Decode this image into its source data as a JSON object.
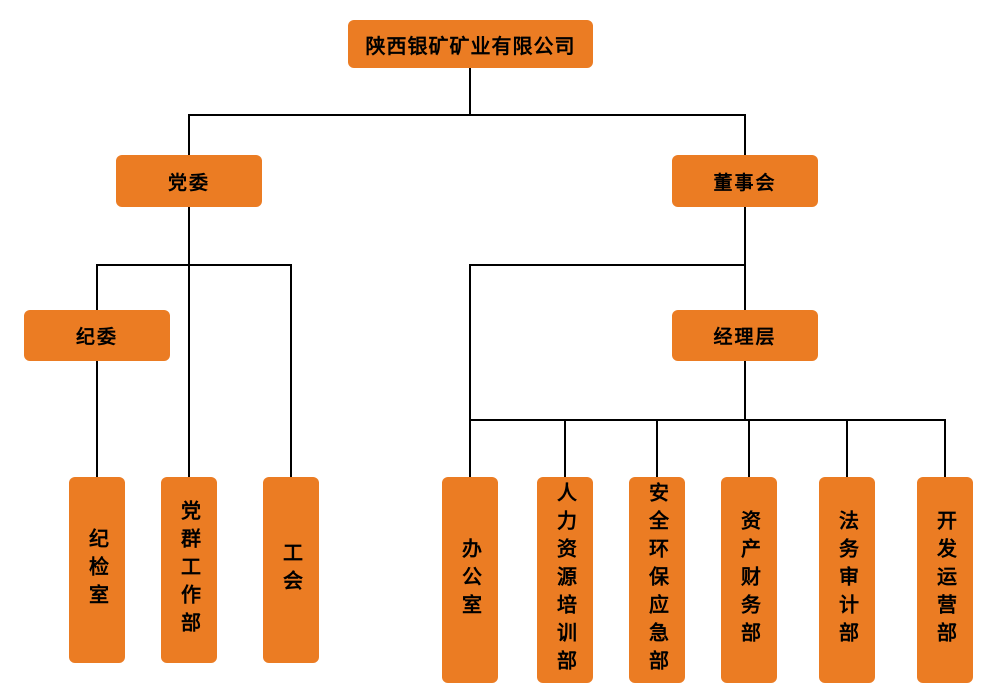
{
  "page": {
    "background_color": "#FFFFFF"
  },
  "chart": {
    "type": "org-chart",
    "box_color": "#EB7C23",
    "text_color": "#000000",
    "line_color": "#000000",
    "nodes": {
      "company": {
        "label": "陕西银矿矿业有限公司"
      },
      "party_committee": {
        "label": "党委"
      },
      "board_of_directors": {
        "label": "董事会"
      },
      "discipline_committee": {
        "label": "纪委"
      },
      "management_team": {
        "label": "经理层"
      },
      "discipline_inspection_office": {
        "label": "纪检室"
      },
      "party_mass_work_dept": {
        "label": "党群工作部"
      },
      "labor_union": {
        "label": "工会"
      },
      "general_office": {
        "label": "办公室"
      },
      "hr_training_dept": {
        "label": "人力资源培训部"
      },
      "safety_env_emergency_dept": {
        "label": "安全环保应急部"
      },
      "asset_finance_dept": {
        "label": "资产财务部"
      },
      "legal_audit_dept": {
        "label": "法务审计部"
      },
      "dev_operations_dept": {
        "label": "开发运营部"
      }
    },
    "edges": [
      {
        "from": "company",
        "to": "party_committee"
      },
      {
        "from": "company",
        "to": "board_of_directors"
      },
      {
        "from": "party_committee",
        "to": "discipline_committee"
      },
      {
        "from": "party_committee",
        "to": "party_mass_work_dept"
      },
      {
        "from": "party_committee",
        "to": "labor_union"
      },
      {
        "from": "discipline_committee",
        "to": "discipline_inspection_office"
      },
      {
        "from": "board_of_directors",
        "to": "general_office"
      },
      {
        "from": "board_of_directors",
        "to": "management_team"
      },
      {
        "from": "management_team",
        "to": "hr_training_dept"
      },
      {
        "from": "management_team",
        "to": "safety_env_emergency_dept"
      },
      {
        "from": "management_team",
        "to": "asset_finance_dept"
      },
      {
        "from": "management_team",
        "to": "legal_audit_dept"
      },
      {
        "from": "management_team",
        "to": "dev_operations_dept"
      }
    ]
  }
}
